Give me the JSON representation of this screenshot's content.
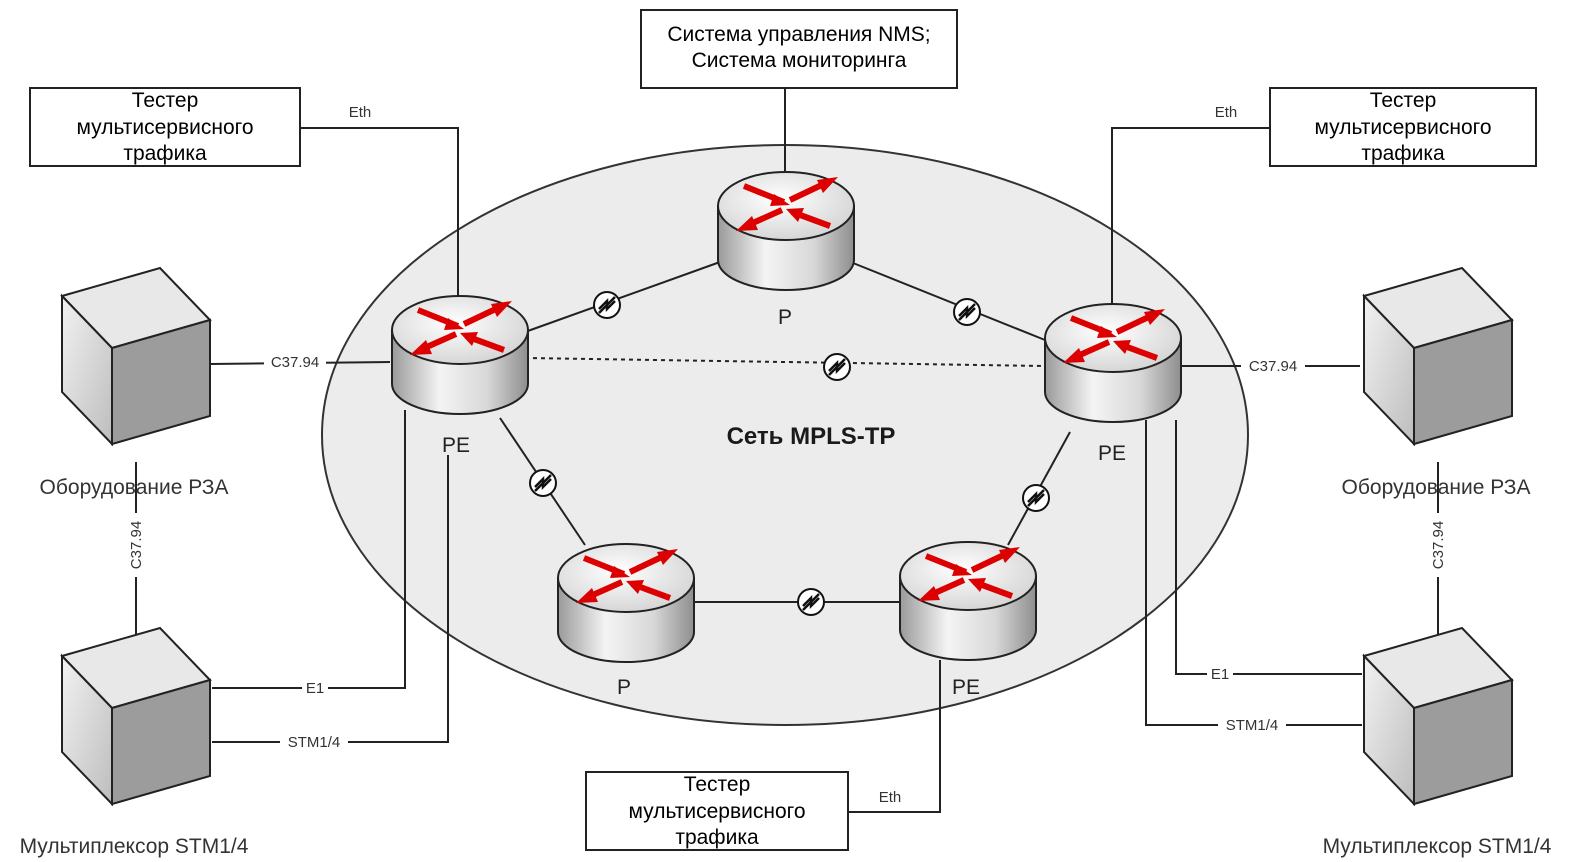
{
  "network": {
    "title": "Сеть MPLS-TP"
  },
  "nms": {
    "line1": "Система управления NMS;",
    "line2": "Система мониторинга"
  },
  "tester": {
    "line1": "Тестер",
    "line2": "мультисервисного",
    "line3": "трафика"
  },
  "routers": {
    "pe": "PE",
    "p": "P"
  },
  "equipment": {
    "rza": "Оборудование РЗА",
    "mux": "Мультиплексор STM1/4"
  },
  "links": {
    "eth": "Eth",
    "c3794": "C37.94",
    "e1": "E1",
    "stm": "STM1/4"
  },
  "colors": {
    "arrow": "#dd0000",
    "cloud": "#ececec",
    "line": "#222222"
  }
}
